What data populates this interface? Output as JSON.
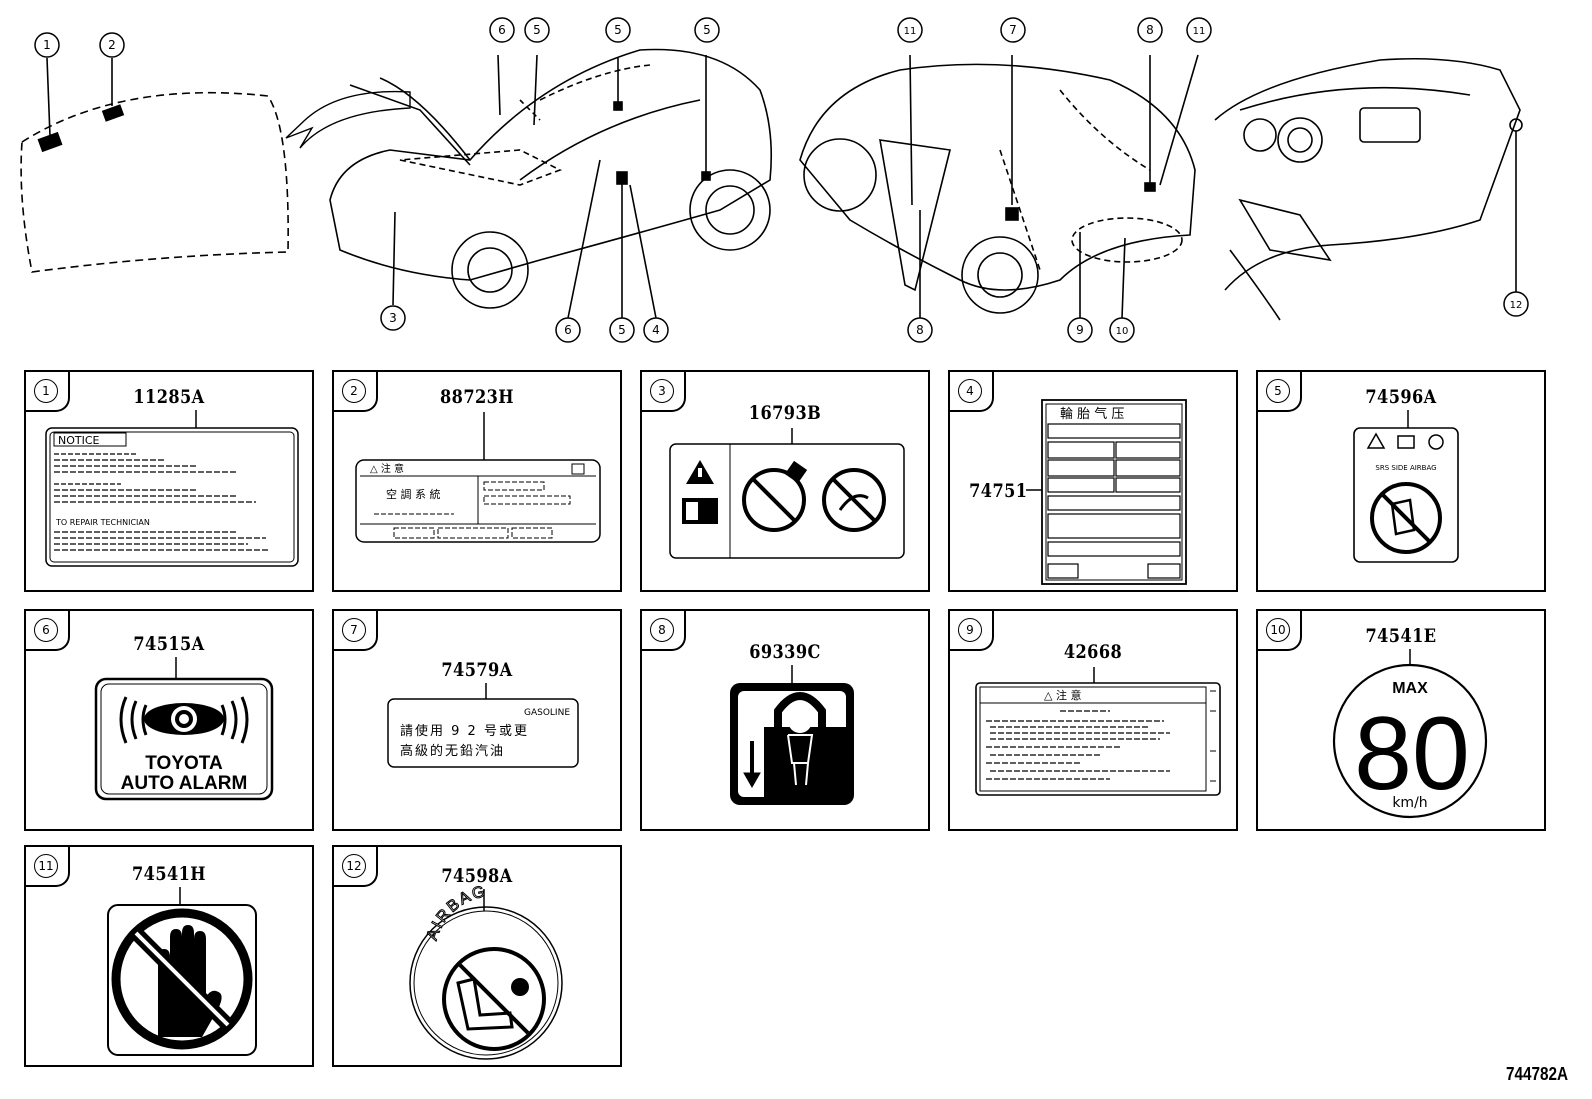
{
  "overview": {
    "callouts": [
      "1",
      "2",
      "6",
      "5",
      "5",
      "5",
      "3",
      "6",
      "5",
      "4",
      "11",
      "7",
      "8",
      "11",
      "8",
      "9",
      "10",
      "12"
    ]
  },
  "labels": [
    {
      "index": "1",
      "part_number": "11285A",
      "texts": {
        "notice": "NOTICE",
        "repair": "TO REPAIR TECHNICIAN"
      }
    },
    {
      "index": "2",
      "part_number": "88723H",
      "texts": {
        "head": "△ 注 意",
        "body": "空 調 系 統"
      }
    },
    {
      "index": "3",
      "part_number": "16793B"
    },
    {
      "index": "4",
      "part_number": "74751",
      "texts": {
        "head": "輪 胎 气 压"
      }
    },
    {
      "index": "5",
      "part_number": "74596A",
      "texts": {
        "caption": "SRS SIDE AIRBAG"
      }
    },
    {
      "index": "6",
      "part_number": "74515A",
      "texts": {
        "line1": "TOYOTA",
        "line2": "AUTO ALARM"
      }
    },
    {
      "index": "7",
      "part_number": "74579A",
      "texts": {
        "fuel": "GASOLINE",
        "line1": "請使用 9 2 号或更",
        "line2": "高級的无鉛汽油"
      }
    },
    {
      "index": "8",
      "part_number": "69339C"
    },
    {
      "index": "9",
      "part_number": "42668",
      "texts": {
        "head": "△  注    意"
      }
    },
    {
      "index": "10",
      "part_number": "74541E",
      "texts": {
        "max": "MAX",
        "speed": "80",
        "unit": "km/h"
      }
    },
    {
      "index": "11",
      "part_number": "74541H"
    },
    {
      "index": "12",
      "part_number": "74598A",
      "texts": {
        "ring": "AIRBAG"
      }
    }
  ],
  "reference_code": "744782A"
}
